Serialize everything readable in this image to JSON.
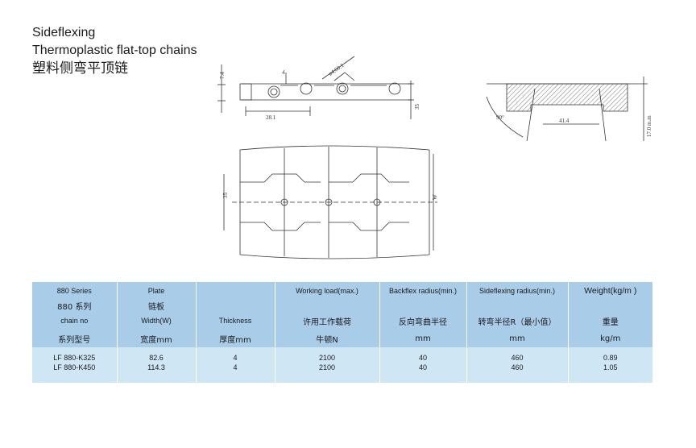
{
  "header": {
    "line1": "Sideflexing",
    "line2": "Thermoplastic flat-top chains",
    "line3": "塑料侧弯平顶链"
  },
  "drawings": {
    "side_view": {
      "dim_pitch": "28.1",
      "dim_4": "4",
      "dim_left": "7.4",
      "dim_right": "35",
      "dim_diag": "ø4.60.1"
    },
    "section_view": {
      "dim_width": "41.4",
      "dim_angle": "90°",
      "dim_right": "17.0 m.m"
    },
    "plan_view": {
      "dim_left": "35",
      "dim_width": "W"
    }
  },
  "table": {
    "header_rows": [
      [
        "880 Series",
        "Plate",
        "",
        "Working load(max.)",
        "Backflex radius(min.)",
        "Sideflexing radius(min.)",
        "Weight(kg/m )"
      ],
      [
        "880 系列",
        "链板",
        "",
        "",
        "",
        "",
        ""
      ],
      [
        "chain no",
        "Width(W)",
        "Thickness",
        "许用工作载荷",
        "反向弯曲半径",
        "转弯半径R（最小值）",
        "重量"
      ],
      [
        "系列型号",
        "宽度mm",
        "厚度mm",
        "牛顿N",
        "mm",
        "mm",
        "kg/m"
      ]
    ],
    "rows": [
      [
        "LF 880-K325",
        "82.6",
        "4",
        "2100",
        "40",
        "460",
        "0.89"
      ],
      [
        "LF 880-K450",
        "114.3",
        "4",
        "2100",
        "40",
        "460",
        "1.05"
      ]
    ]
  }
}
